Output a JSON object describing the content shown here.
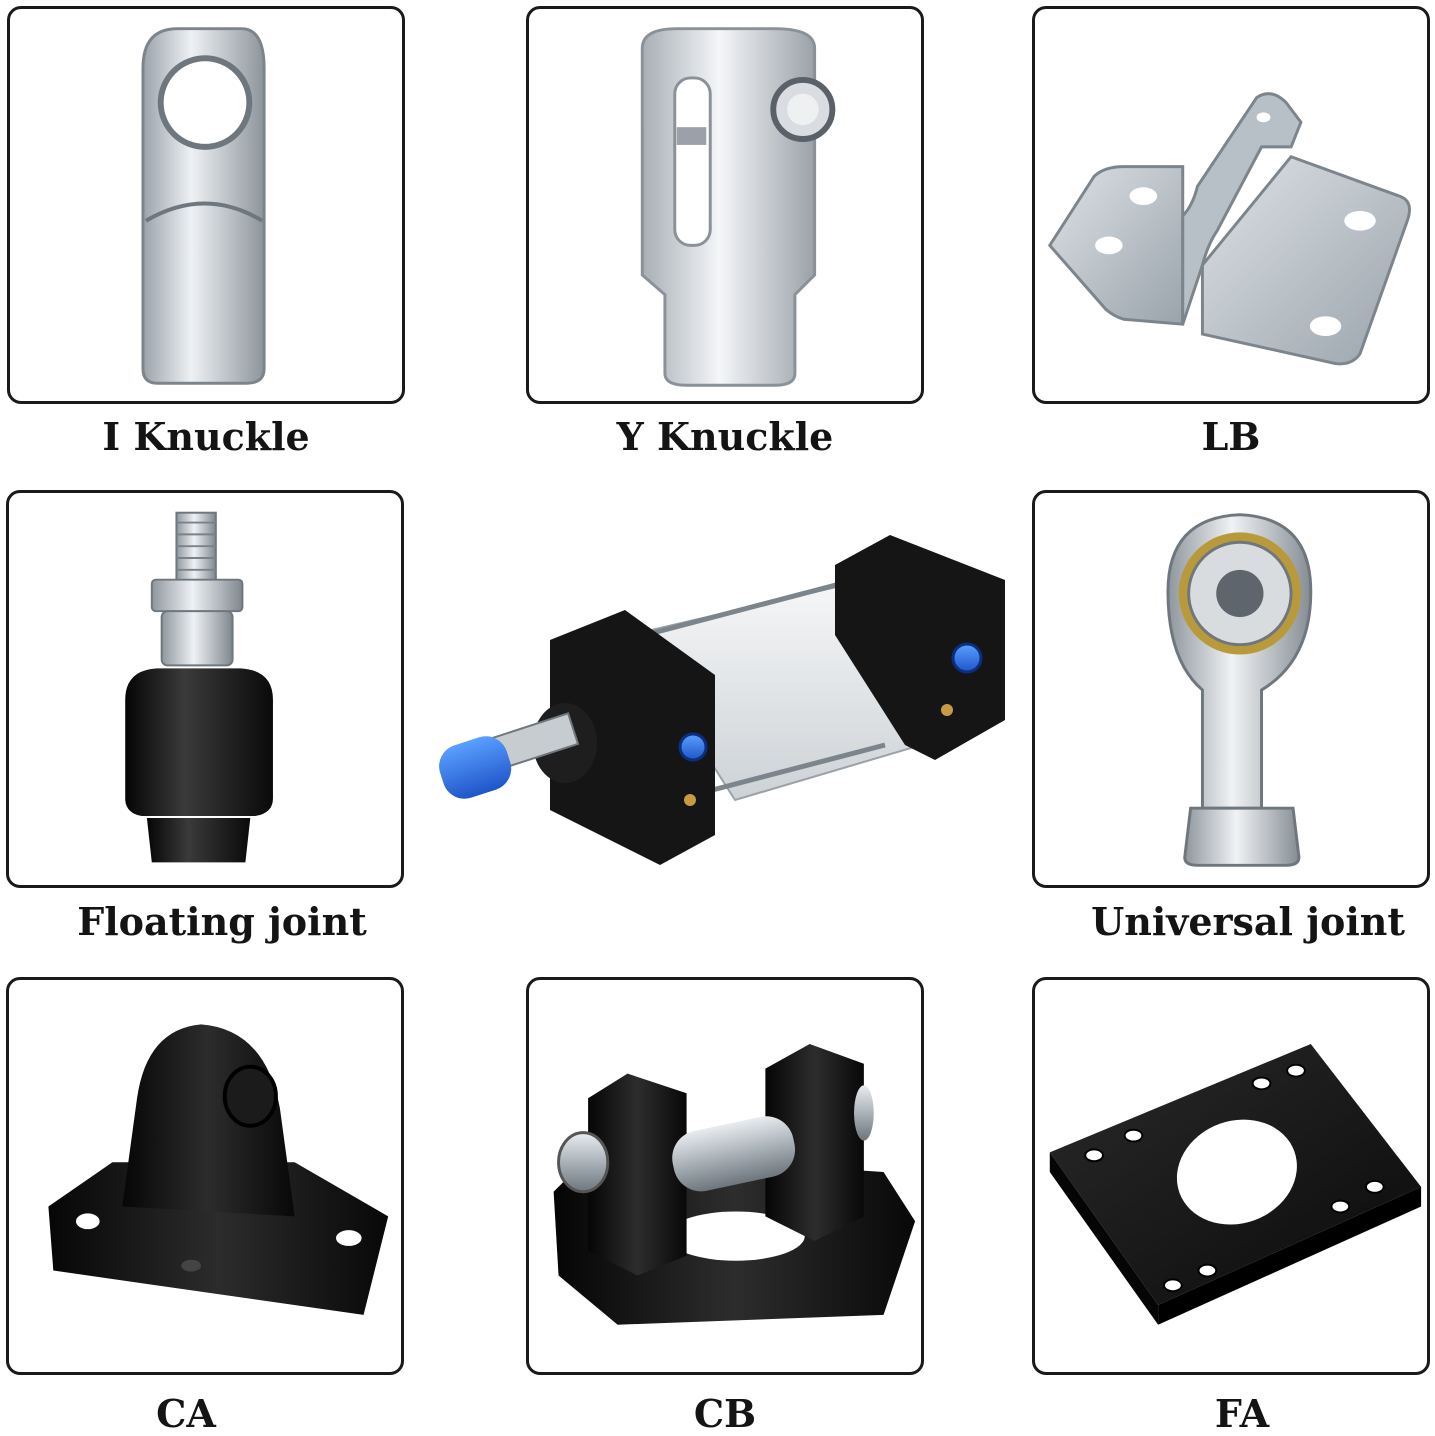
{
  "grid": {
    "items": [
      {
        "id": "i-knuckle",
        "label": "I Knuckle"
      },
      {
        "id": "y-knuckle",
        "label": "Y Knuckle"
      },
      {
        "id": "lb",
        "label": "LB"
      },
      {
        "id": "floating-joint",
        "label": "Floating joint"
      },
      {
        "id": "universal-joint",
        "label": "Universal joint"
      },
      {
        "id": "ca",
        "label": "CA"
      },
      {
        "id": "cb",
        "label": "CB"
      },
      {
        "id": "fa",
        "label": "FA"
      }
    ]
  },
  "colors": {
    "border": "#1a1a1a",
    "metal": "#c8cdd3",
    "black_part": "#141414",
    "blue_cap": "#2b6fe0"
  }
}
